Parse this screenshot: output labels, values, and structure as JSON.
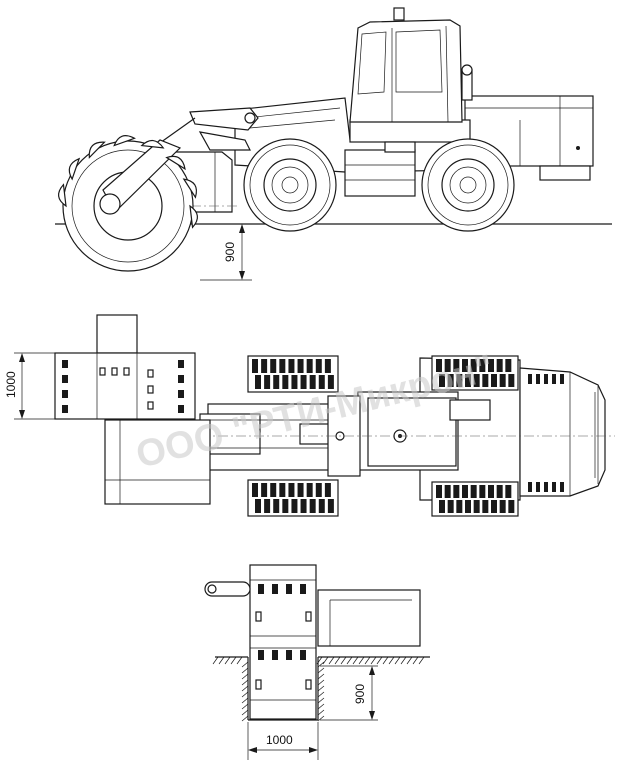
{
  "dimensions": {
    "side_depth": "900",
    "top_width": "1000",
    "front_depth": "900",
    "front_width": "1000"
  },
  "watermark": "ООО \"РТИ-Микрон\""
}
